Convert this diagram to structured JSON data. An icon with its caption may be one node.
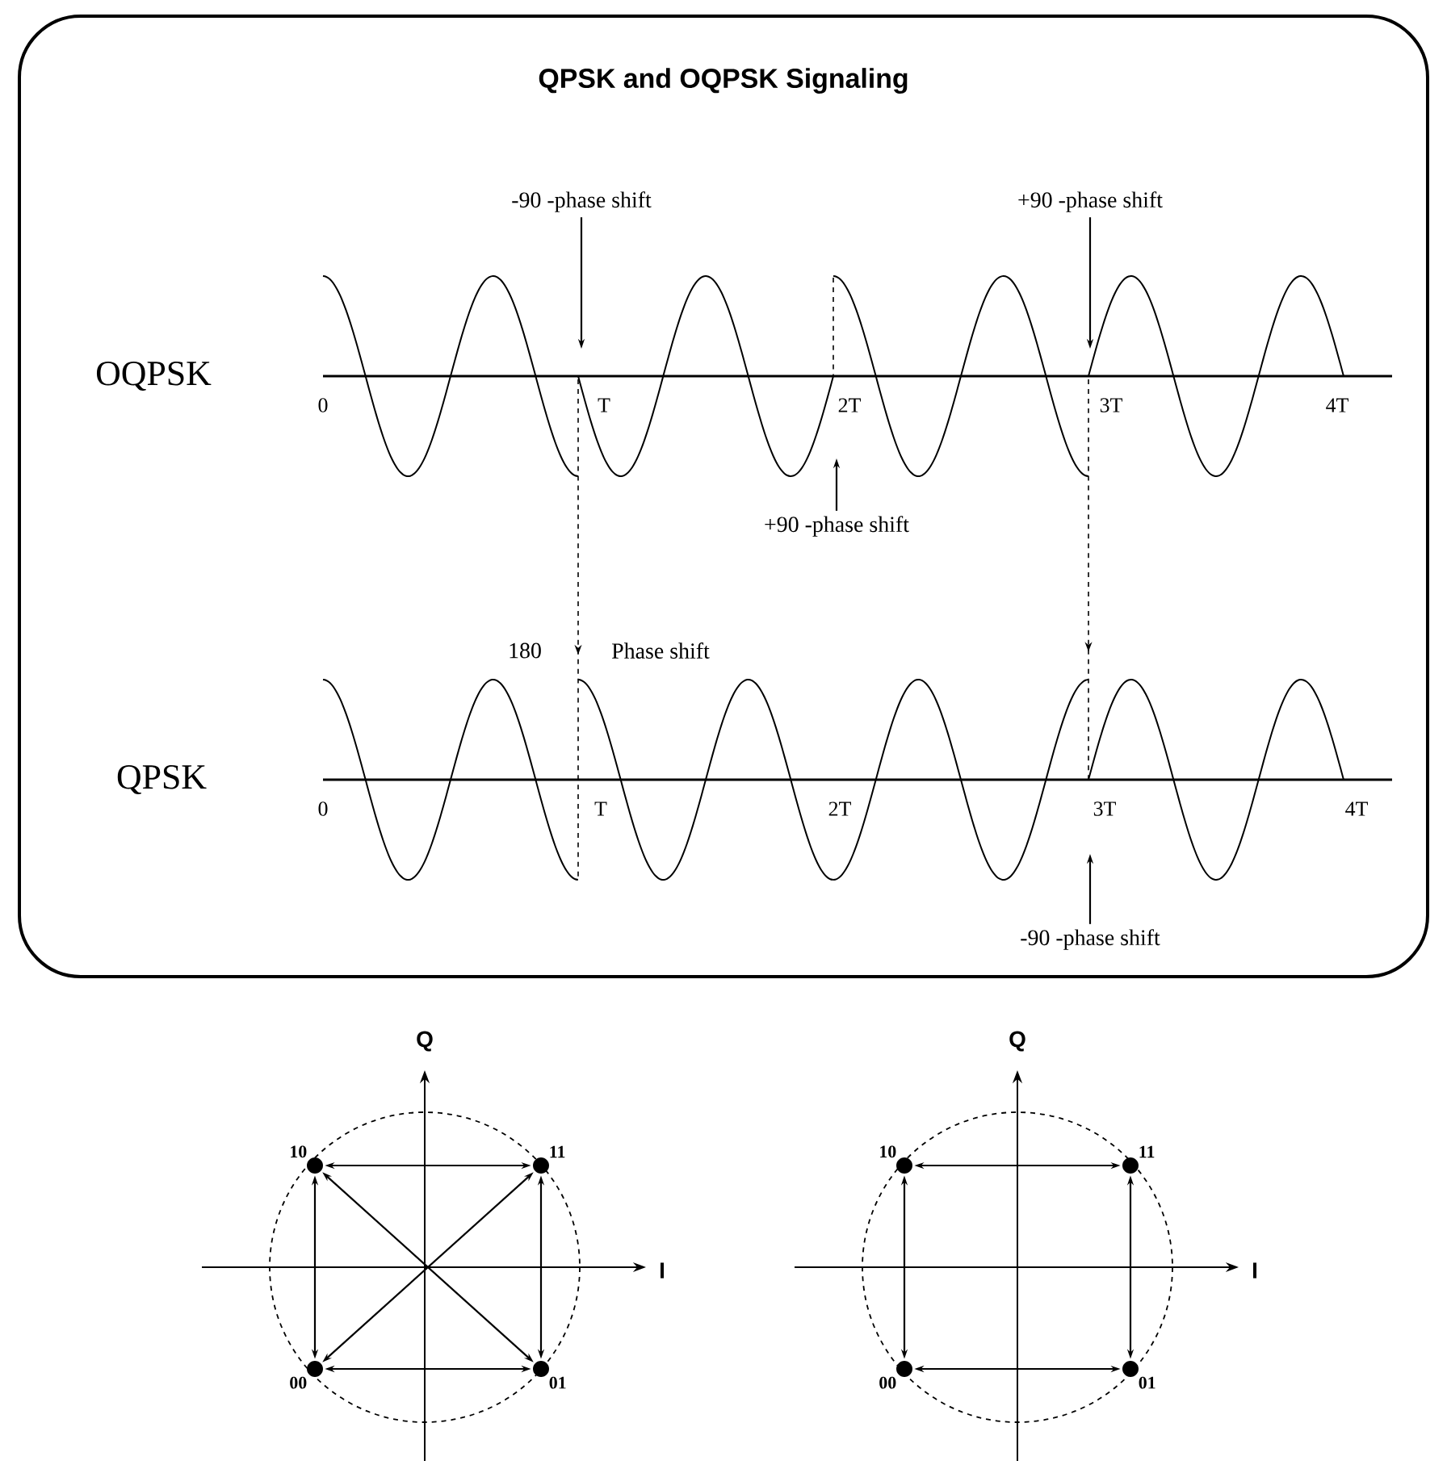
{
  "diagram": {
    "title": "QPSK and OQPSK Signaling",
    "nodes": [
      {
        "text": [],
        "shape": "circle",
        "beside": [
          "10"
        ]
      },
      {
        "text": [],
        "shape": "circle",
        "beside": [
          "11"
        ]
      },
      {
        "text": [],
        "shape": "circle",
        "beside": [
          "00"
        ]
      },
      {
        "text": [],
        "shape": "circle",
        "beside": [
          "01"
        ]
      },
      {
        "text": [],
        "shape": "circle",
        "beside": [
          "10"
        ]
      },
      {
        "text": [],
        "shape": "circle",
        "beside": [
          "11"
        ]
      },
      {
        "text": [],
        "shape": "circle",
        "beside": [
          "00"
        ]
      },
      {
        "text": [],
        "shape": "circle",
        "beside": [
          "01"
        ]
      },
      {
        "text": [
          "-90 -phase shift"
        ]
      },
      {
        "text": [
          "+90 -phase shift"
        ]
      },
      {
        "text": [
          "+90 -phase shift"
        ]
      },
      {
        "text": [
          "-90 -phase shift"
        ]
      }
    ],
    "edges": [
      {
        "from": 0,
        "to": 1,
        "arrow": "both"
      },
      {
        "from": 2,
        "to": 3,
        "arrow": "both"
      },
      {
        "from": 0,
        "to": 2,
        "arrow": "both"
      },
      {
        "from": 1,
        "to": 3,
        "arrow": "both"
      },
      {
        "from": 0,
        "to": 3,
        "arrow": "both"
      },
      {
        "from": 2,
        "to": 1,
        "arrow": "both"
      },
      {
        "from": 4,
        "to": 5,
        "arrow": "both"
      },
      {
        "from": 6,
        "to": 7,
        "arrow": "both"
      },
      {
        "from": 4,
        "to": 6,
        "arrow": "both"
      },
      {
        "from": 5,
        "to": 7,
        "arrow": "both"
      },
      {
        "from": 8,
        "to": null,
        "arrow": "to"
      },
      {
        "from": 9,
        "to": null,
        "arrow": "to"
      },
      {
        "from": 10,
        "to": null,
        "arrow": "to"
      },
      {
        "from": 11,
        "to": null,
        "arrow": "to"
      }
    ],
    "labels": [
      "OQPSK",
      "0",
      "T",
      "2T",
      "3T",
      "4T",
      "180",
      "Phase shift",
      "QPSK",
      "0",
      "T",
      "2T",
      "3T",
      "4T",
      "Q",
      "I",
      "Q",
      "I"
    ]
  }
}
